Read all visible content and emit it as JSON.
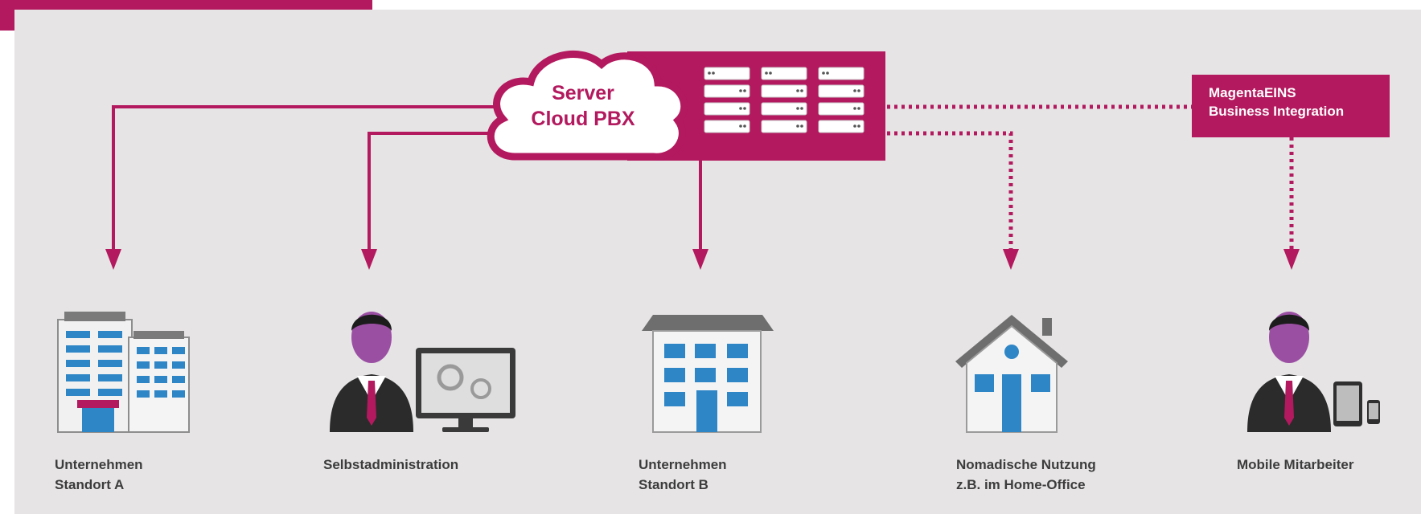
{
  "diagram": {
    "cloud_label": "Server\nCloud PBX",
    "integration_box": "MagentaEINS\nBusiness Integration",
    "nodes": [
      {
        "id": "standort-a",
        "label": "Unternehmen\nStandort A"
      },
      {
        "id": "selbstadmin",
        "label": "Selbstadministration"
      },
      {
        "id": "standort-b",
        "label": "Unternehmen\nStandort B"
      },
      {
        "id": "nomadisch",
        "label": "Nomadische Nutzung\nz.B. im Home-Office"
      },
      {
        "id": "mobile",
        "label": "Mobile Mitarbeiter"
      }
    ]
  },
  "colors": {
    "accent": "#b3195e",
    "background": "#e6e4e5",
    "text": "#3c3c3c"
  }
}
